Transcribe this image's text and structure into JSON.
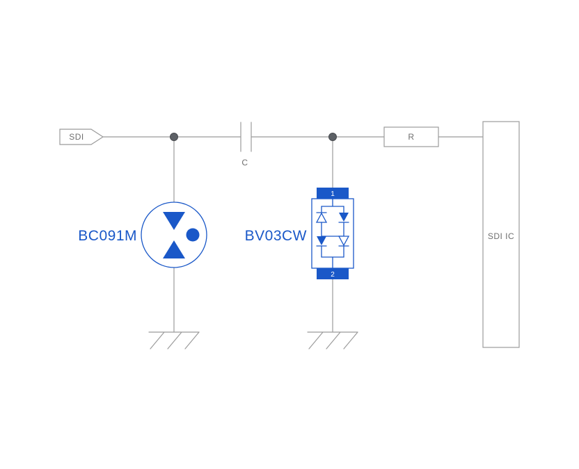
{
  "diagram": {
    "colors": {
      "background": "#ffffff",
      "wire": "#9b9b9b",
      "label_gray": "#6e6e6e",
      "accent_blue": "#1a58c8",
      "junction_dot": "#5d6166"
    },
    "input_tag": {
      "label": "SDI"
    },
    "capacitor": {
      "label": "C"
    },
    "resistor": {
      "label": "R"
    },
    "ic": {
      "label": "SDI IC"
    },
    "tvs_diode": {
      "label": "BC091M"
    },
    "diode_array": {
      "label": "BV03CW",
      "pin_top": "1",
      "pin_bottom": "2"
    }
  }
}
